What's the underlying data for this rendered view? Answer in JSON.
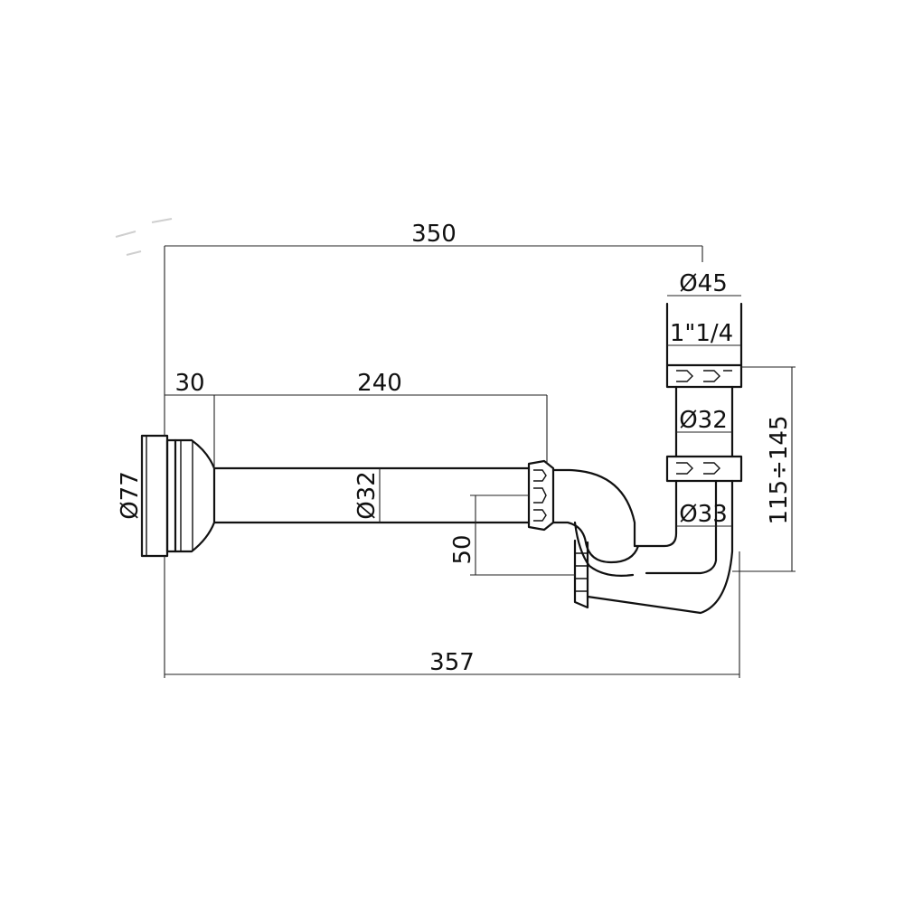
{
  "dimensions": {
    "overall_top": "350",
    "flange_depth": "30",
    "horizontal_pipe_length": "240",
    "outer_diameter": "Ø45",
    "thread_size": "1\"1/4",
    "upper_pipe_diameter": "Ø32",
    "height_range": "115÷145",
    "lower_pipe_diameter": "Ø33",
    "horizontal_pipe_diameter": "Ø32",
    "flange_diameter": "Ø77",
    "vertical_offset": "50",
    "overall_bottom": "357"
  },
  "colors": {
    "line": "#111111",
    "background": "#ffffff"
  }
}
